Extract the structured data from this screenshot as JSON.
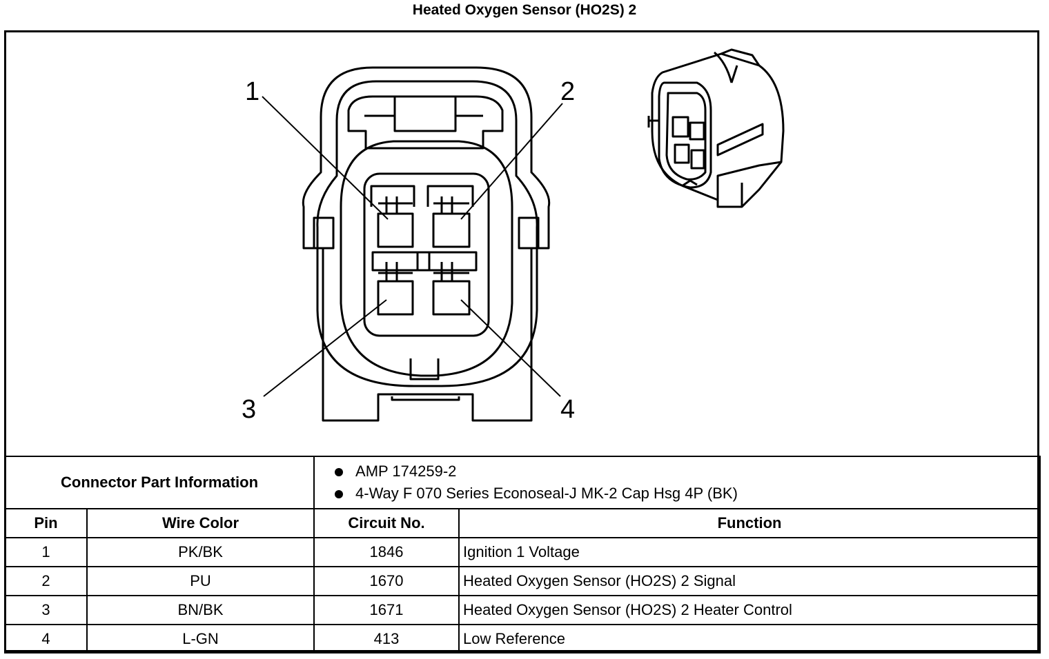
{
  "title": "Heated Oxygen Sensor (HO2S) 2",
  "pin_callouts": [
    "1",
    "2",
    "3",
    "4"
  ],
  "connector_info": {
    "label": "Connector Part Information",
    "items": [
      "AMP 174259-2",
      "4-Way F 070 Series Econoseal-J MK-2 Cap Hsg 4P (BK)"
    ]
  },
  "table": {
    "headers": [
      "Pin",
      "Wire Color",
      "Circuit No.",
      "Function"
    ],
    "rows": [
      [
        "1",
        "PK/BK",
        "1846",
        "Ignition 1 Voltage"
      ],
      [
        "2",
        "PU",
        "1670",
        "Heated Oxygen Sensor (HO2S) 2 Signal"
      ],
      [
        "3",
        "BN/BK",
        "1671",
        "Heated Oxygen Sensor (HO2S) 2 Heater Control"
      ],
      [
        "4",
        "L-GN",
        "413",
        "Low Reference"
      ]
    ]
  }
}
